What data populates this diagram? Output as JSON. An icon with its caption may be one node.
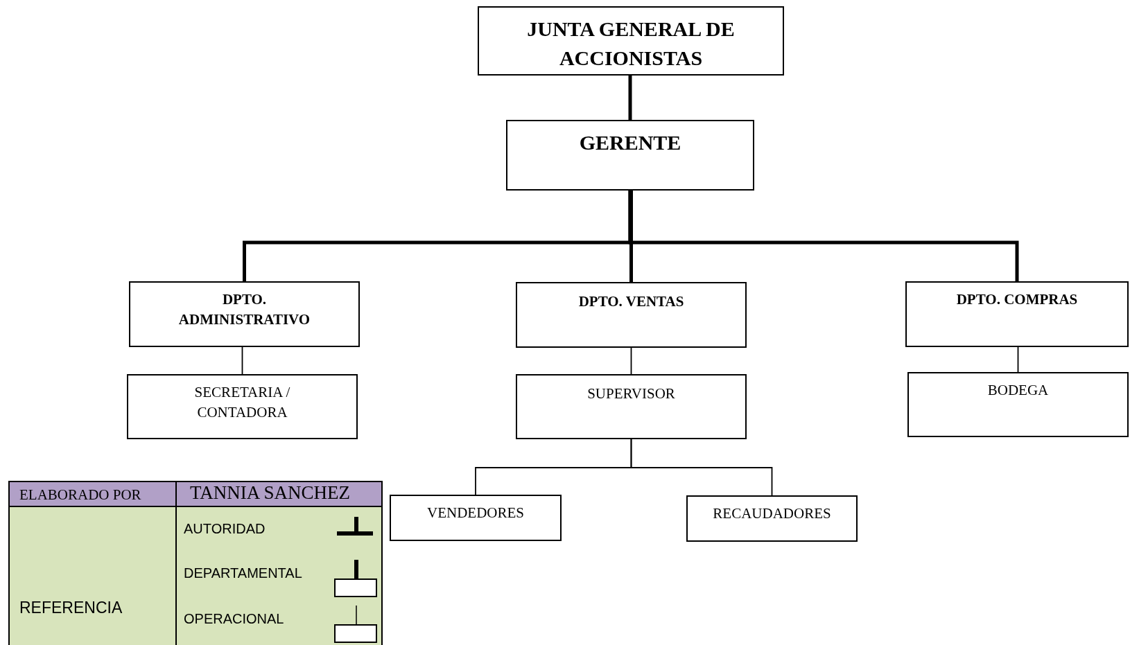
{
  "diagram": {
    "nodes": [
      {
        "text": [
          "JUNTA GENERAL DE ACCIONISTAS"
        ]
      },
      {
        "text": [
          "GERENTE"
        ]
      },
      {
        "text": [
          "DPTO. ADMINISTRATIVO"
        ]
      },
      {
        "text": [
          "DPTO. VENTAS"
        ]
      },
      {
        "text": [
          "DPTO. COMPRAS"
        ]
      },
      {
        "text": [
          "SECRETARIA / CONTADORA"
        ]
      },
      {
        "text": [
          "SUPERVISOR"
        ]
      },
      {
        "text": [
          "BODEGA"
        ]
      },
      {
        "text": [
          "VENDEDORES"
        ]
      },
      {
        "text": [
          "RECAUDADORES"
        ]
      }
    ],
    "edges": [
      {
        "from": 0,
        "to": 1,
        "arrow": "none",
        "style": "thick"
      },
      {
        "from": 1,
        "to": 2,
        "arrow": "none",
        "style": "thick"
      },
      {
        "from": 1,
        "to": 3,
        "arrow": "none",
        "style": "thick"
      },
      {
        "from": 1,
        "to": 4,
        "arrow": "none",
        "style": "thick"
      },
      {
        "from": 2,
        "to": 5,
        "arrow": "none"
      },
      {
        "from": 3,
        "to": 6,
        "arrow": "none"
      },
      {
        "from": 4,
        "to": 7,
        "arrow": "none"
      },
      {
        "from": 6,
        "to": 8,
        "arrow": "none"
      },
      {
        "from": 6,
        "to": 9,
        "arrow": "none"
      }
    ],
    "labels": [
      "ELABORADO POR",
      "TANNIA SANCHEZ",
      "REFERENCIA"
    ],
    "legend": [
      {
        "text": "AUTORIDAD"
      },
      {
        "text": "DEPARTAMENTAL"
      },
      {
        "text": "OPERACIONAL"
      }
    ]
  }
}
